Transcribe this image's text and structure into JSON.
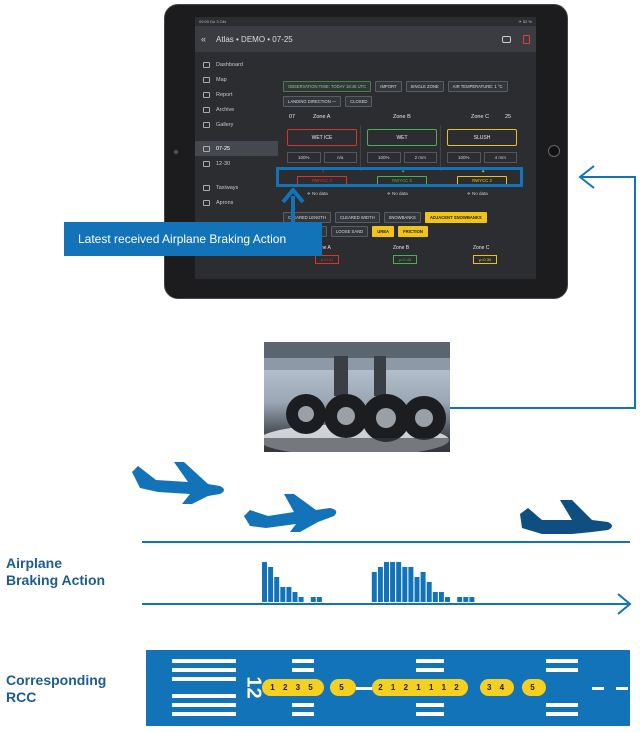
{
  "tablet": {
    "status_left": "09:00  Do 3 Okt",
    "status_right": "✈  52 %",
    "title": "Atlas • DEMO • 07-25",
    "sidebar": [
      {
        "label": "Dashboard",
        "icon": "dashboard-icon"
      },
      {
        "label": "Map",
        "icon": "map-icon"
      },
      {
        "label": "Report",
        "icon": "report-icon"
      },
      {
        "label": "Archive",
        "icon": "archive-icon"
      },
      {
        "label": "Gallery",
        "icon": "gallery-icon"
      },
      {
        "label": "07-25",
        "icon": "runway-icon",
        "active": true
      },
      {
        "label": "12-30",
        "icon": "runway-icon"
      },
      {
        "label": "Taxiways",
        "icon": "taxiway-icon"
      },
      {
        "label": "Aprons",
        "icon": "apron-icon"
      }
    ],
    "toolbar": {
      "observation": "OBSERVATION TIME: TODAY 18:46 UTC",
      "import": "IMPORT",
      "single_zone": "SINGLE ZONE",
      "air_temp": "AIR TEMPERATURE: 1 °C",
      "landing_direction": "LANDING DIRECTION —",
      "closed": "CLOSED"
    },
    "zones": {
      "left_rwy": "07",
      "right_rwy": "25",
      "items": [
        {
          "name": "Zone A",
          "condition": "WET ICE",
          "coverage": "100%",
          "depth": "n/a",
          "rwycc": "RWYCC 0",
          "color": "#d9342b",
          "nodata": "No data",
          "mu": "μ=0.31"
        },
        {
          "name": "Zone B",
          "condition": "WET",
          "coverage": "100%",
          "depth": "2 mm",
          "rwycc": "RWYCC 5",
          "color": "#4caf50",
          "nodata": "No data",
          "mu": "μ=0.45"
        },
        {
          "name": "Zone C",
          "condition": "SLUSH",
          "coverage": "100%",
          "depth": "4 mm",
          "rwycc": "RWYCC 2",
          "color": "#e8c21a",
          "nodata": "No data",
          "mu": "μ=0.36"
        }
      ]
    },
    "chips_row1": [
      "CLEARED LENGTH",
      "CLEARED WIDTH",
      "SNOWBANKS",
      "ADJACENT SNOWBANKS"
    ],
    "chips_row2": [
      "DRIFTING SNOW",
      "LOOSE SAND",
      "UREA",
      "FRICTION"
    ]
  },
  "callout": "Latest received Airplane Braking Action",
  "labels": {
    "braking_line1": "Airplane",
    "braking_line2": "Braking Action",
    "rcc_line1": "Corresponding",
    "rcc_line2": "RCC"
  },
  "runway_number": "12",
  "rcc_values": [
    "1 2 3 5",
    "5",
    "2 1 2 1 1 1 2",
    "3 4",
    "5"
  ],
  "chart_data": {
    "type": "bar",
    "title": "",
    "xlabel": "",
    "ylabel": "",
    "values": [
      8,
      7,
      5,
      3,
      3,
      2,
      1,
      0,
      1,
      1,
      0,
      0,
      0,
      0,
      0,
      0,
      0,
      0,
      6,
      7,
      8,
      8,
      8,
      7,
      7,
      5,
      6,
      4,
      2,
      2,
      1,
      0,
      1,
      1,
      1
    ]
  },
  "colors": {
    "accent": "#1373b9",
    "dark_plane": "#0f4e80",
    "rcc_pill": "#f5d020"
  }
}
